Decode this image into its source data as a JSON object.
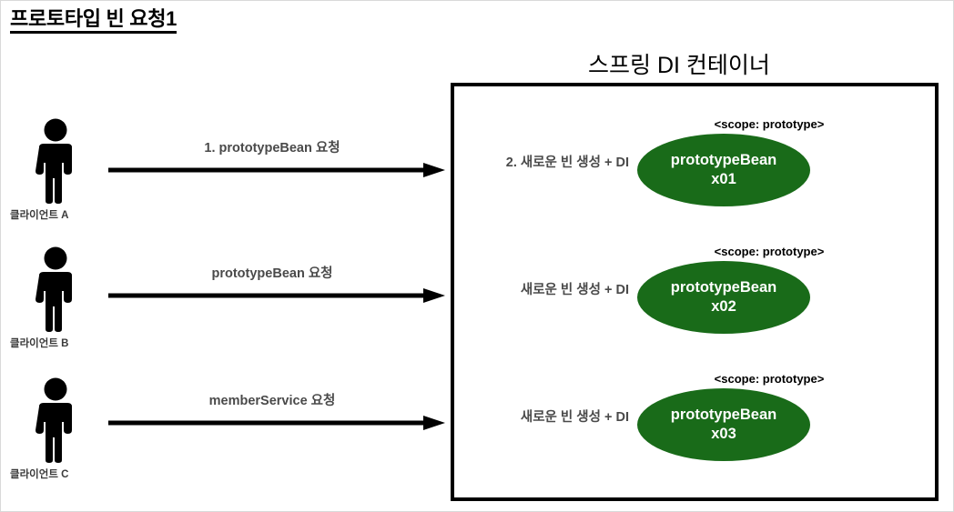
{
  "title": "프로토타입 빈 요청1",
  "container": {
    "title": "스프링 DI 컨테이너"
  },
  "colors": {
    "bean_fill": "#196b19",
    "bean_text": "#ffffff",
    "arrow": "#000000",
    "label_text": "#4a4a4a",
    "border": "#000000"
  },
  "clients": [
    {
      "label": "클라이언트 A",
      "icon": "person-icon"
    },
    {
      "label": "클라이언트 B",
      "icon": "person-icon"
    },
    {
      "label": "클라이언트 C",
      "icon": "person-icon"
    }
  ],
  "arrows": [
    {
      "label": "1. prototypeBean 요청",
      "icon": "arrow-right-icon"
    },
    {
      "label": "prototypeBean 요청",
      "icon": "arrow-right-icon"
    },
    {
      "label": "memberService 요청",
      "icon": "arrow-right-icon"
    }
  ],
  "beans": [
    {
      "note": "2. 새로운 빈 생성 + DI",
      "scope": "<scope: prototype>",
      "name": "prototypeBean",
      "instance": "x01"
    },
    {
      "note": "새로운 빈 생성 + DI",
      "scope": "<scope: prototype>",
      "name": "prototypeBean",
      "instance": "x02"
    },
    {
      "note": "새로운 빈 생성 + DI",
      "scope": "<scope: prototype>",
      "name": "prototypeBean",
      "instance": "x03"
    }
  ]
}
